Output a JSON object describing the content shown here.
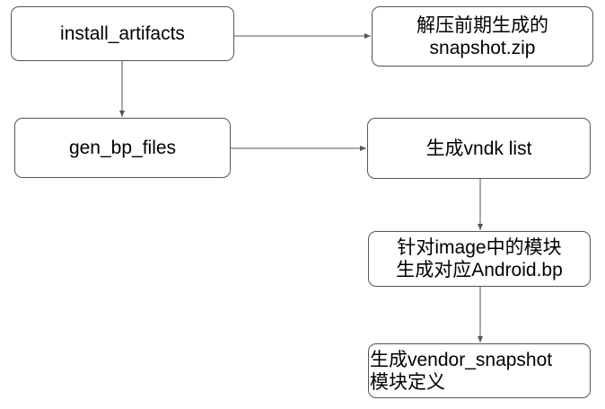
{
  "nodes": {
    "install_artifacts": {
      "label": "install_artifacts"
    },
    "unzip_snapshot": {
      "label": "解压前期生成的\nsnapshot.zip"
    },
    "gen_bp_files": {
      "label": "gen_bp_files"
    },
    "gen_vndk_list": {
      "label": "生成vndk list"
    },
    "gen_module_bp": {
      "label": "针对image中的模块\n生成对应Android.bp"
    },
    "gen_vendor_snapshot": {
      "label": "生成vendor_snapshot\n模块定义"
    }
  },
  "edges": [
    {
      "from": "install_artifacts",
      "to": "unzip_snapshot"
    },
    {
      "from": "install_artifacts",
      "to": "gen_bp_files"
    },
    {
      "from": "gen_bp_files",
      "to": "gen_vndk_list"
    },
    {
      "from": "gen_vndk_list",
      "to": "gen_module_bp"
    },
    {
      "from": "gen_module_bp",
      "to": "gen_vendor_snapshot"
    }
  ],
  "colors": {
    "node_border": "#555555",
    "arrow": "#555555",
    "text": "#000000",
    "background": "#ffffff"
  }
}
